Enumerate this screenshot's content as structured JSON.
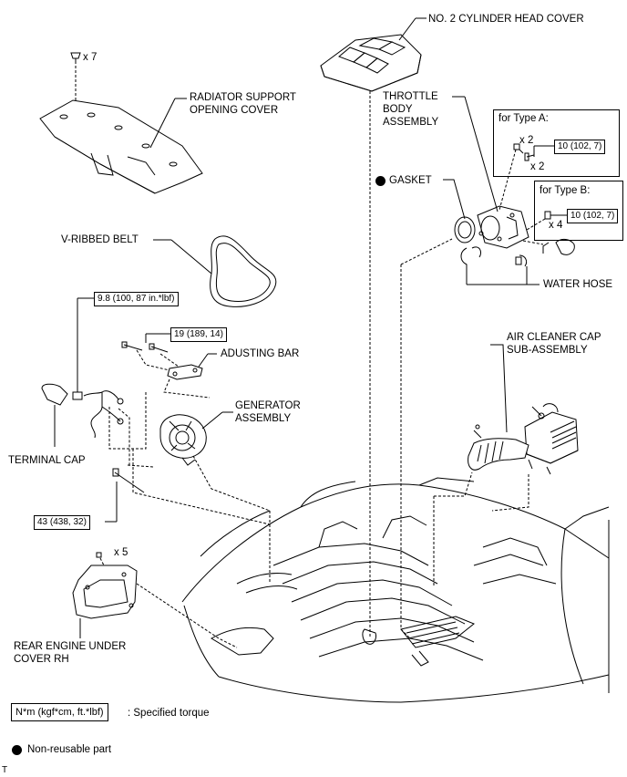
{
  "labels": {
    "cylinder_head_cover": "NO. 2 CYLINDER HEAD COVER",
    "radiator_support_cover_1": "RADIATOR SUPPORT",
    "radiator_support_cover_2": "OPENING COVER",
    "throttle_body_1": "THROTTLE",
    "throttle_body_2": "BODY",
    "throttle_body_3": "ASSEMBLY",
    "gasket": "GASKET",
    "type_a": "for Type A:",
    "type_b": "for Type B:",
    "water_hose": "WATER HOSE",
    "v_ribbed_belt": "V-RIBBED BELT",
    "adjusting_bar": "ADUSTING BAR",
    "generator_1": "GENERATOR",
    "generator_2": "ASSEMBLY",
    "terminal_cap": "TERMINAL CAP",
    "air_cleaner_1": "AIR CLEANER CAP",
    "air_cleaner_2": "SUB-ASSEMBLY",
    "rear_engine_cover_1": "REAR ENGINE UNDER",
    "rear_engine_cover_2": "COVER RH"
  },
  "quantities": {
    "clip_x7": "x 7",
    "type_a_x2_top": "x 2",
    "type_a_x2_bottom": "x 2",
    "type_b_x4": "x 4",
    "under_cover_x5": "x 5"
  },
  "torques": {
    "type_a": "10 (102, 7)",
    "type_b": "10 (102, 7)",
    "terminal_nut": "9.8 (100, 87 in.*lbf)",
    "adjusting_bolts": "19 (189, 14)",
    "generator_bolt": "43 (438, 32)"
  },
  "legend": {
    "torque_box": "N*m (kgf*cm, ft.*lbf)",
    "torque_desc": ": Specified torque",
    "non_reusable": "Non-reusable part"
  },
  "footer": "T"
}
